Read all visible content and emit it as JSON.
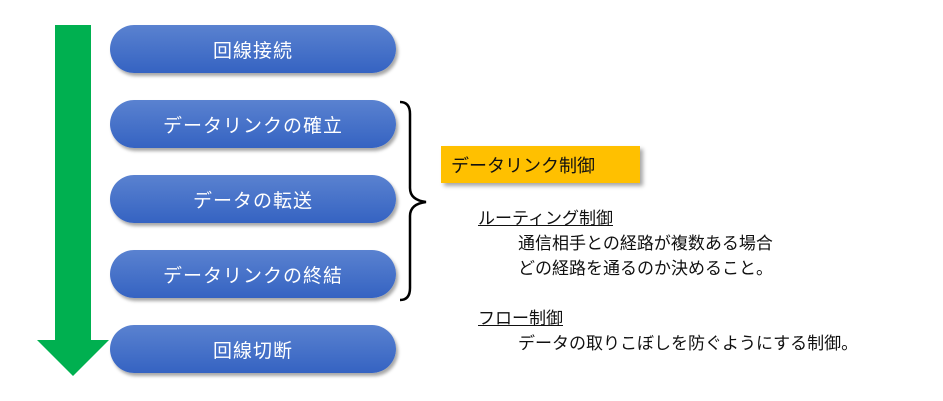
{
  "steps": [
    "回線接続",
    "データリンクの確立",
    "データの転送",
    "データリンクの終結",
    "回線切断"
  ],
  "control_box": "データリンク制御",
  "routing": {
    "title": "ルーティング制御",
    "lines": [
      "通信相手との経路が複数ある場合",
      "どの経路を通るのか決めること。"
    ]
  },
  "flow": {
    "title": "フロー制御",
    "lines": [
      "データの取りこぼしを防ぐようにする制御。"
    ]
  },
  "colors": {
    "arrow": "#00b050",
    "pill": "#4472c4",
    "box": "#ffc000"
  }
}
